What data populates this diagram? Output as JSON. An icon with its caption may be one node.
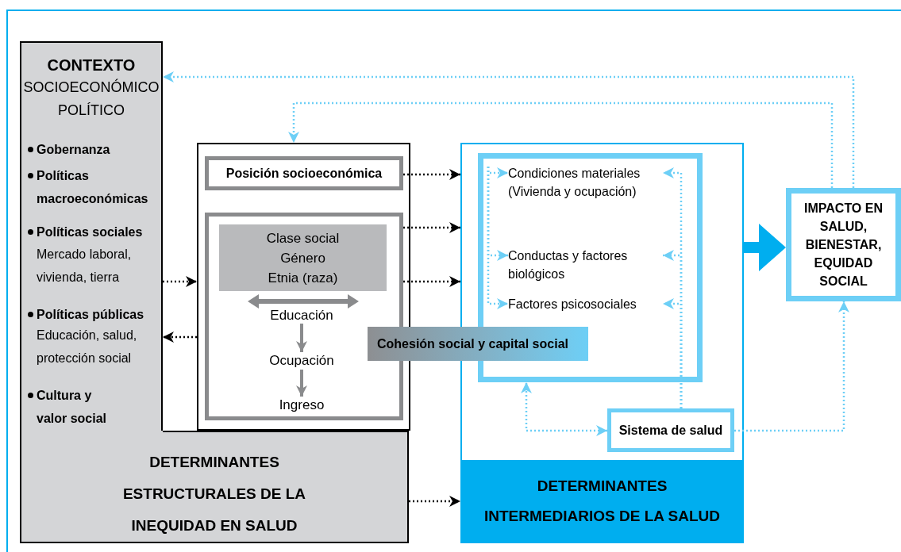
{
  "diagram": {
    "nodes": [
      {
        "text": [
          "CONTEXTO",
          "SOCIOECONÓMICO POLÍTICO",
          "Gobernanza",
          "Políticas macroeconómicas",
          "Políticas sociales",
          "Mercado laboral, vivienda, tierra",
          "Políticas públicas",
          "Educación, salud, protección social",
          "Cultura y valor social"
        ]
      },
      {
        "text": [],
        "shape": "box"
      },
      {
        "text": [
          "Posición socioeconómica"
        ],
        "in": 1
      },
      {
        "text": [],
        "shape": "box",
        "in": 1
      },
      {
        "text": [
          "Clase social",
          "Género",
          "Etnia (raza)"
        ],
        "in": 3
      },
      {
        "text": [
          "Educación"
        ],
        "in": 3
      },
      {
        "text": [
          "Ocupación"
        ],
        "in": 3
      },
      {
        "text": [
          "Ingreso"
        ],
        "in": 3
      },
      {
        "text": [
          "Cohesión social y capital social"
        ]
      },
      {
        "text": [
          "DETERMINANTES INTERMEDIARIOS DE LA SALUD"
        ]
      },
      {
        "text": [],
        "shape": "box",
        "in": 9
      },
      {
        "text": [
          "Condiciones materiales (Vivienda y ocupación)"
        ],
        "in": 10
      },
      {
        "text": [
          "Conductas y factores biológicos"
        ],
        "in": 10
      },
      {
        "text": [
          "Factores psicosociales"
        ],
        "in": 10
      },
      {
        "text": [
          "Sistema de salud"
        ],
        "in": 9
      },
      {
        "text": [
          "IMPACTO EN SALUD, BIENESTAR, EQUIDAD SOCIAL"
        ]
      },
      {
        "text": [
          "DETERMINANTES ESTRUCTURALES DE LA INEQUIDAD EN SALUD"
        ]
      }
    ],
    "edges": [
      {
        "from": 15,
        "to": 0,
        "arrow": "to",
        "style": "dashed"
      },
      {
        "from": 15,
        "to": 1,
        "arrow": "to",
        "style": "dashed"
      },
      {
        "from": 2,
        "to": 9,
        "arrow": "to",
        "style": "dashed",
        "color": "#000000"
      },
      {
        "from": 3,
        "to": 9,
        "arrow": "to",
        "style": "dashed",
        "color": "#000000"
      },
      {
        "from": 3,
        "to": 9,
        "arrow": "to",
        "style": "dashed",
        "color": "#000000"
      },
      {
        "from": 0,
        "to": 1,
        "arrow": "to",
        "style": "dashed",
        "color": "#000000"
      },
      {
        "from": 1,
        "to": 0,
        "arrow": "to",
        "style": "dashed",
        "color": "#000000"
      },
      {
        "from": 16,
        "to": 9,
        "arrow": "to",
        "style": "dashed",
        "color": "#000000"
      },
      {
        "from": 5,
        "to": 6,
        "arrow": "to",
        "color": "#8a8b8d"
      },
      {
        "from": 6,
        "to": 7,
        "arrow": "to",
        "color": "#8a8b8d"
      },
      {
        "from": 9,
        "to": 15,
        "arrow": "to",
        "style": "thick",
        "color": "#00aeef"
      },
      {
        "from": 14,
        "to": 15,
        "arrow": "to",
        "style": "dashed"
      },
      {
        "from": 14,
        "to": 10,
        "arrow": "both",
        "style": "dashed"
      },
      {
        "from": null,
        "to": 11,
        "arrow": "to",
        "style": "dashed"
      },
      {
        "from": null,
        "to": 12,
        "arrow": "to",
        "style": "dashed"
      },
      {
        "from": null,
        "to": 13,
        "arrow": "to",
        "style": "dashed"
      },
      {
        "from": 14,
        "to": 11,
        "arrow": "to",
        "style": "dashed"
      },
      {
        "from": 14,
        "to": 12,
        "arrow": "to",
        "style": "dashed"
      },
      {
        "from": 14,
        "to": 13,
        "arrow": "to",
        "style": "dashed"
      }
    ]
  }
}
